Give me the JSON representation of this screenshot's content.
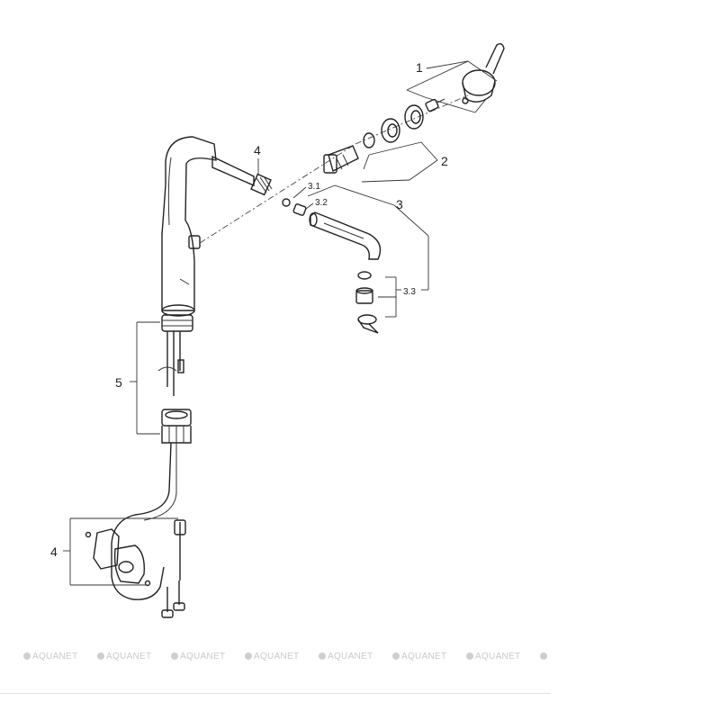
{
  "labels": {
    "l1": "1",
    "l2": "2",
    "l3": "3",
    "l31": "3.1",
    "l32": "3.2",
    "l33": "3.3",
    "l4_top": "4",
    "l4_bottom": "4",
    "l5": "5"
  },
  "watermark": {
    "text": "AQUANET",
    "count": 8
  },
  "colors": {
    "line": "#222222",
    "watermark": "#cccccc"
  }
}
